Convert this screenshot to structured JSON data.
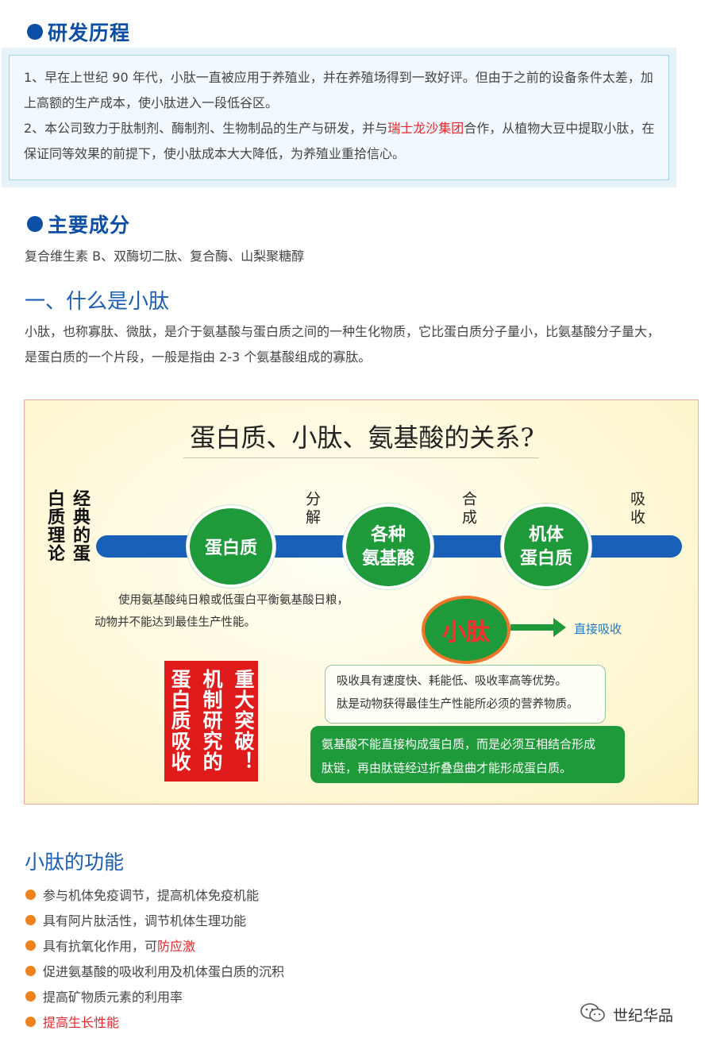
{
  "history": {
    "heading": "研发历程",
    "p1": "1、早在上世纪 90 年代，小肽一直被应用于养殖业，并在养殖场得到一致好评。但由于之前的设备条件太差，加上高额的生产成本，使小肽进入一段低谷区。",
    "p2_before": "2、本公司致力于肽制剂、酶制剂、生物制品的生产与研发，并与",
    "p2_highlight": "瑞士龙沙集团",
    "p2_after": "合作，从植物大豆中提取小肽，在保证同等效果的前提下，使小肽成本大大降低，为养殖业重拾信心。"
  },
  "ingredients": {
    "heading": "主要成分",
    "text": "复合维生素 B、双酶切二肽、复合酶、山梨聚糖醇"
  },
  "what_is": {
    "heading": "一、什么是小肽",
    "text": "小肽，也称寡肽、微肽，是介于氨基酸与蛋白质之间的一种生化物质，它比蛋白质分子量小，比氨基酸分子量大，是蛋白质的一个片段，一般是指由 2-3 个氨基酸组成的寡肽。"
  },
  "diagram": {
    "title": "蛋白质、小肽、氨基酸的关系?",
    "classic_col1": "经典的蛋",
    "classic_col2": "白质理论",
    "step1": "分解",
    "step2": "合成",
    "step3": "吸收",
    "circle1": "蛋白质",
    "circle2_line1": "各种",
    "circle2_line2": "氨基酸",
    "circle3_line1": "机体",
    "circle3_line2": "蛋白质",
    "note_line1": "使用氨基酸纯日粮或低蛋白平衡氨基酸日粮，",
    "note_line2": "动物并不能达到最佳生产性能。",
    "xiaotai": "小肽",
    "direct": "直接吸收",
    "redbox_col1": "蛋白质吸收",
    "redbox_col2": "机制研究的",
    "redbox_col3": "重大突破！",
    "white_line1": "吸收具有速度快、耗能低、吸收率高等优势。",
    "white_line2": "肽是动物获得最佳生产性能所必须的营养物质。",
    "green_line1": "氨基酸不能直接构成蛋白质，而是必须互相结合形成",
    "green_line2": "肽链，再由肽链经过折叠盘曲才能形成蛋白质。"
  },
  "functions": {
    "heading": "小肽的功能",
    "items": [
      "参与机体免疫调节，提高机体免疫机能",
      "具有阿片肽活性，调节机体生理功能",
      "具有抗氧化作用，可",
      "促进氨基酸的吸收利用及机体蛋白质的沉积",
      "提高矿物质元素的利用率",
      "提高生长性能"
    ],
    "item3_highlight": "防应激"
  },
  "brand": {
    "name": "世纪华品",
    "icon": "wechat-icon"
  },
  "colors": {
    "heading_blue": "#0d4ea6",
    "bullet_orange": "#f0821e",
    "highlight_red": "#e8262b",
    "diagram_green": "#1e9a3a"
  }
}
